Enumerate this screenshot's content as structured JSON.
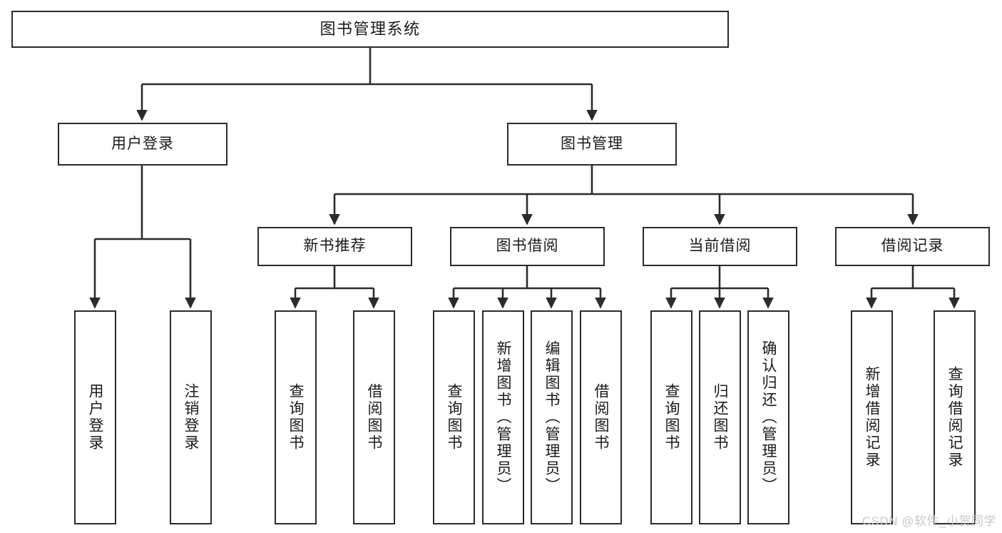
{
  "diagram": {
    "title": "图书管理系统",
    "type": "tree",
    "watermark": "CSDN @软件_小贺同学",
    "colors": {
      "box_border": "#2b2b2b",
      "box_fill": "#ffffff",
      "connector": "#2b2b2b",
      "text": "#1a1a1a",
      "watermark": "#c8c8c8"
    },
    "nodes": {
      "root": {
        "label": "图书管理系统"
      },
      "level2": [
        {
          "id": "user-login",
          "label": "用户登录"
        },
        {
          "id": "book-manage",
          "label": "图书管理"
        }
      ],
      "level3": [
        {
          "id": "new-book-recommend",
          "label": "新书推荐"
        },
        {
          "id": "book-borrow",
          "label": "图书借阅"
        },
        {
          "id": "current-borrow",
          "label": "当前借阅"
        },
        {
          "id": "borrow-record",
          "label": "借阅记录"
        }
      ],
      "leaves": {
        "user-login": [
          {
            "id": "leaf-user-login",
            "label": "用户登录"
          },
          {
            "id": "leaf-logout-login",
            "label": "注销登录"
          }
        ],
        "new-book-recommend": [
          {
            "id": "leaf-query-book-1",
            "label": "查询图书"
          },
          {
            "id": "leaf-borrow-book-1",
            "label": "借阅图书"
          }
        ],
        "book-borrow": [
          {
            "id": "leaf-query-book-2",
            "label": "查询图书"
          },
          {
            "id": "leaf-add-book",
            "label": "新增图书（管理员）"
          },
          {
            "id": "leaf-edit-book",
            "label": "编辑图书（管理员）"
          },
          {
            "id": "leaf-borrow-book-2",
            "label": "借阅图书"
          }
        ],
        "current-borrow": [
          {
            "id": "leaf-query-book-3",
            "label": "查询图书"
          },
          {
            "id": "leaf-return-book",
            "label": "归还图书"
          },
          {
            "id": "leaf-confirm-return",
            "label": "确认归还（管理员）"
          }
        ],
        "borrow-record": [
          {
            "id": "leaf-add-record",
            "label": "新增借阅记录"
          },
          {
            "id": "leaf-query-record",
            "label": "查询借阅记录"
          }
        ]
      }
    }
  }
}
